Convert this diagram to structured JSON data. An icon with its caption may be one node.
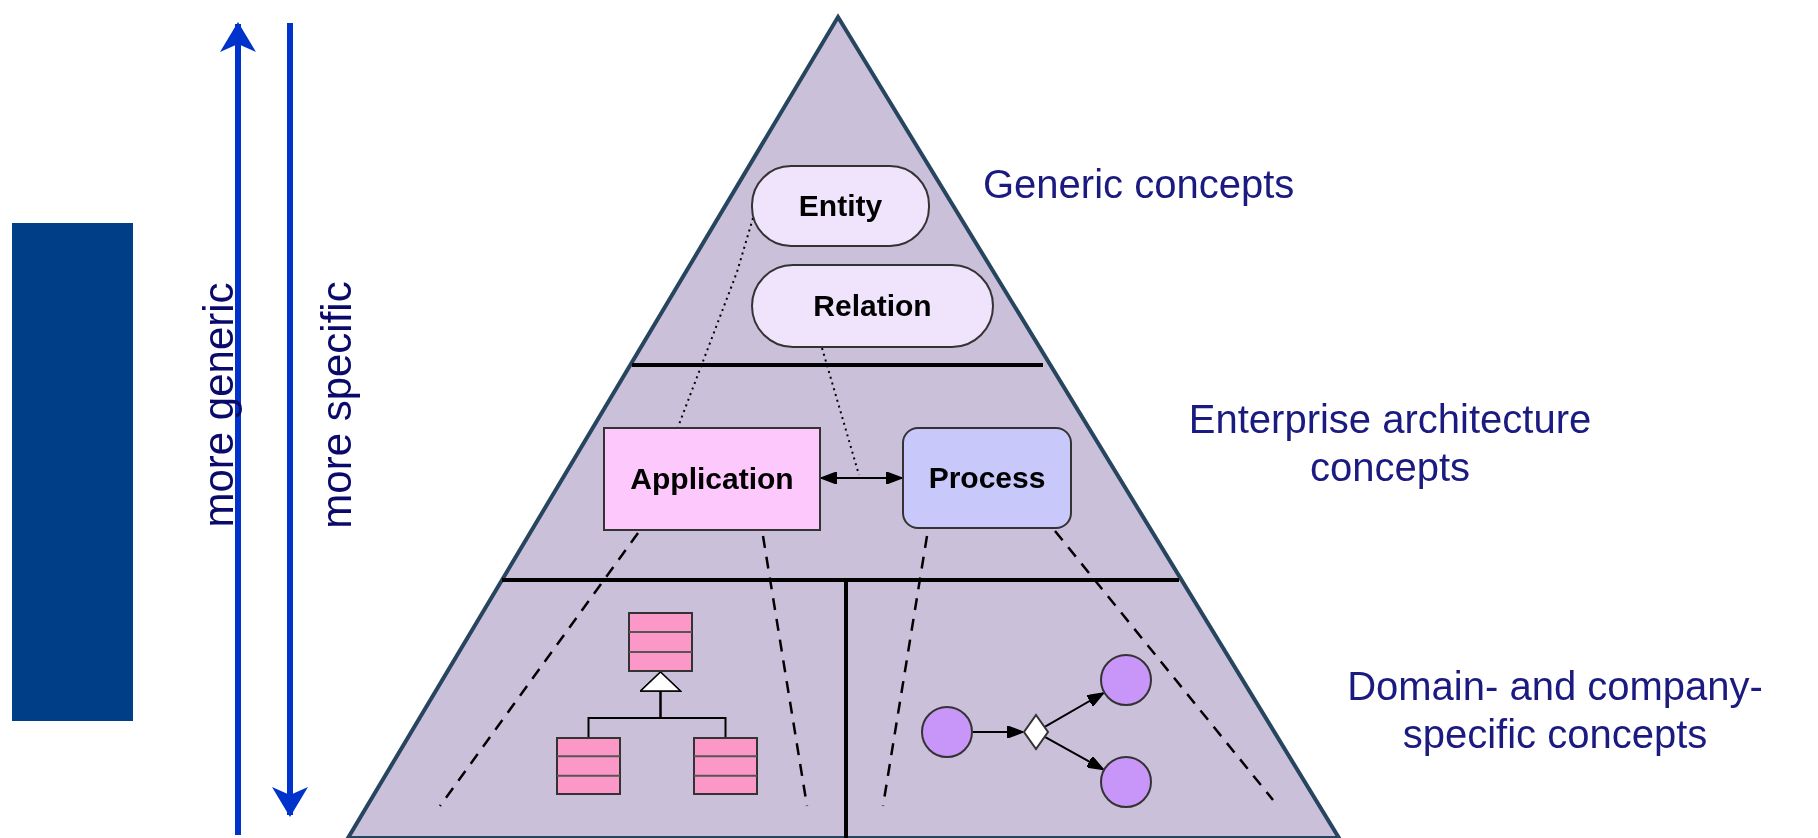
{
  "diagram": {
    "nodes": [
      {
        "text": [
          "Entity"
        ]
      },
      {
        "text": [
          "Relation"
        ]
      },
      {
        "text": [
          "Application"
        ]
      },
      {
        "text": [
          "Process"
        ]
      },
      {
        "text": [],
        "shape": "box"
      },
      {
        "text": [],
        "shape": "box"
      },
      {
        "text": [],
        "shape": "box"
      },
      {
        "text": [],
        "shape": "circle"
      },
      {
        "text": [],
        "shape": "diamond"
      },
      {
        "text": [],
        "shape": "circle"
      },
      {
        "text": [],
        "shape": "circle"
      }
    ],
    "edges": [
      {
        "from": 0,
        "to": 2,
        "arrow": "none",
        "style": "dashed"
      },
      {
        "from": 1,
        "to": null,
        "arrow": "none",
        "style": "dashed"
      },
      {
        "from": 2,
        "to": 3,
        "arrow": "both"
      },
      {
        "from": 5,
        "to": 4,
        "arrow": "to"
      },
      {
        "from": 6,
        "to": 4,
        "arrow": "to"
      },
      {
        "from": 7,
        "to": 8,
        "arrow": "to"
      },
      {
        "from": 8,
        "to": 9,
        "arrow": "to"
      },
      {
        "from": 8,
        "to": 10,
        "arrow": "to"
      }
    ],
    "labels": [
      "Generic concepts",
      "Enterprise architecture concepts",
      "Domain- and company-specific concepts",
      "more generic",
      "more specific"
    ]
  }
}
